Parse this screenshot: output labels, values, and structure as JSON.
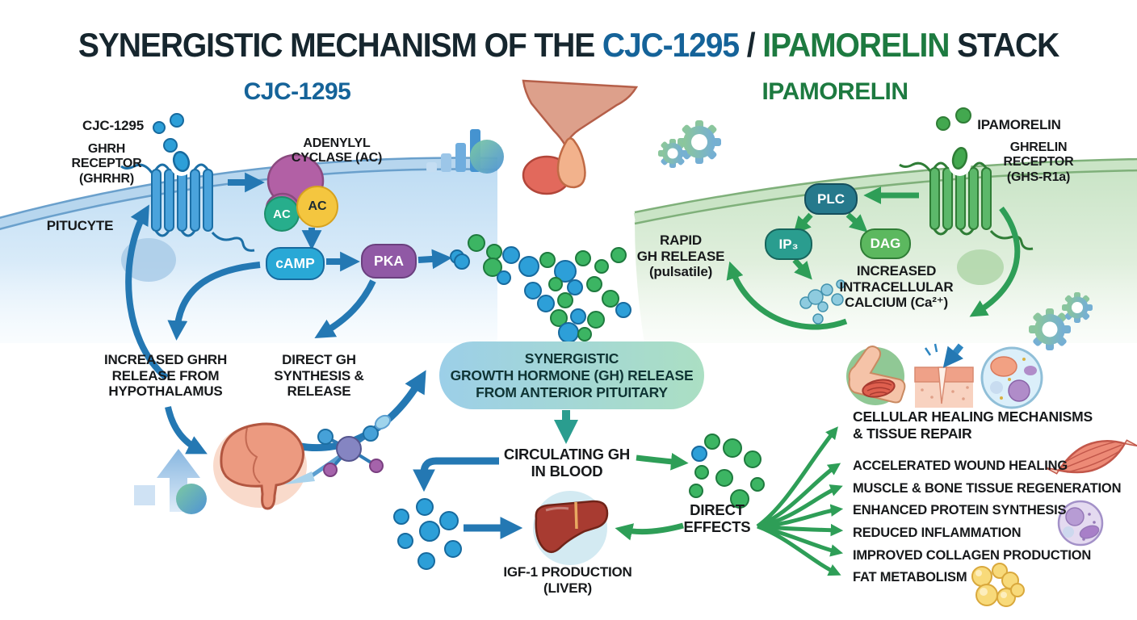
{
  "title": {
    "part1": "SYNERGISTIC MECHANISM OF THE ",
    "drug1": "CJC-1295",
    "part2": " / ",
    "drug2": "IPAMORELIN",
    "part3": " STACK"
  },
  "left": {
    "header": "CJC-1295",
    "ligand_label": "CJC-1295",
    "receptor_label": "GHRH\nRECEPTOR\n(GHRHR)",
    "cell_label": "PITUCYTE",
    "enzyme_label": "ADENYLYL\nCYCLASE (AC)",
    "ac_badge_green": "AC",
    "ac_badge_yellow": "AC",
    "camp": "cAMP",
    "pka": "PKA",
    "ghrh_release": "INCREASED GHRH\nRELEASE FROM\nHYPOTHALAMUS",
    "gh_synthesis": "DIRECT GH\nSYNTHESIS &\nRELEASE"
  },
  "right": {
    "header": "IPAMORELIN",
    "ligand_label": "IPAMORELIN",
    "receptor_label": "GHRELIN\nRECEPTOR\n(GHS-R1a)",
    "plc": "PLC",
    "ip3": "IP₃",
    "dag": "DAG",
    "rapid_release": "RAPID\nGH RELEASE\n(pulsatile)",
    "calcium": "INCREASED\nINTRACELLULAR\nCALCIUM (Ca²⁺)"
  },
  "center": {
    "synergy": "SYNERGISTIC\nGROWTH HORMONE (GH) RELEASE\nFROM ANTERIOR PITUITARY",
    "circulating": "CIRCULATING GH\nIN BLOOD",
    "igf1": "IGF-1 PRODUCTION\n(LIVER)",
    "direct_effects": "DIRECT\nEFFECTS"
  },
  "effects": {
    "items": [
      "CELLULAR HEALING MECHANISMS\n& TISSUE REPAIR",
      "ACCELERATED WOUND HEALING",
      "MUSCLE & BONE TISSUE REGENERATION",
      "ENHANCED PROTEIN SYNTHESIS",
      "REDUCED INFLAMMATION",
      "IMPROVED COLLAGEN PRODUCTION",
      "FAT METABOLISM"
    ]
  },
  "colors": {
    "title_dark": "#16262e",
    "cjc_blue": "#156399",
    "ipamorelin_green": "#1d7a40",
    "arrow_blue": "#2478b3",
    "arrow_green": "#2e9e57",
    "arrow_teal": "#2a9d8f",
    "camp_fill": "#29a8d6",
    "pka_fill": "#9059a5",
    "plc_fill": "#26798c",
    "ip3_fill": "#2a9d8f",
    "dag_fill": "#5cb85f",
    "ac_green": "#27ae8c",
    "ac_yellow": "#f4c63f"
  },
  "icons": {
    "growth_chart": "bar-chart-icon",
    "gears": "gears-icon",
    "pituitary": "pituitary-gland-icon",
    "brain": "hypothalamus-brain-icon",
    "molecule": "gh-molecule-icon",
    "liver": "liver-icon",
    "muscle_arm": "muscle-arm-icon",
    "skin_wound": "skin-wound-icon",
    "cell": "cell-icon",
    "muscle_fiber": "muscle-fiber-icon",
    "immune_cell": "immune-cell-icon",
    "fat_cell": "fat-cell-icon"
  }
}
